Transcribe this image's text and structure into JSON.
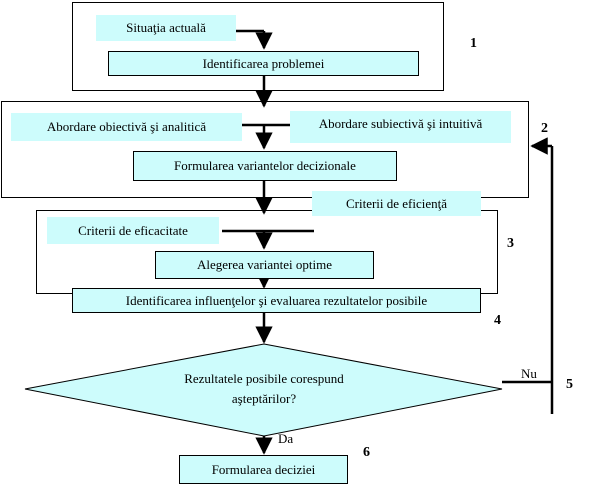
{
  "nodes": {
    "situatia": "Situaţia actuală",
    "identificarea_problemei": "Identificarea problemei",
    "abordare_obiectiva": "Abordare obiectivă şi analitică",
    "abordare_subiectiva": "Abordare subiectivă şi intuitivă",
    "formularea_variantelor": "Formularea variantelor decizionale",
    "criterii_eficienta": "Criterii de eficienţă",
    "criterii_eficacitate": "Criterii de eficacitate",
    "alegerea_variantei": "Alegerea variantei optime",
    "identificarea_influentelor": "Identificarea influenţelor şi evaluarea rezultatelor posibile",
    "decision_line1": "Rezultatele posibile corespund",
    "decision_line2": "aşteptărilor?",
    "formularea_deciziei": "Formularea deciziei"
  },
  "step_numbers": [
    "1",
    "2",
    "3",
    "4",
    "5",
    "6"
  ],
  "branch_labels": {
    "no": "Nu",
    "yes": "Da"
  },
  "colors": {
    "fill": "#cdfcfc",
    "stroke": "#000000"
  }
}
